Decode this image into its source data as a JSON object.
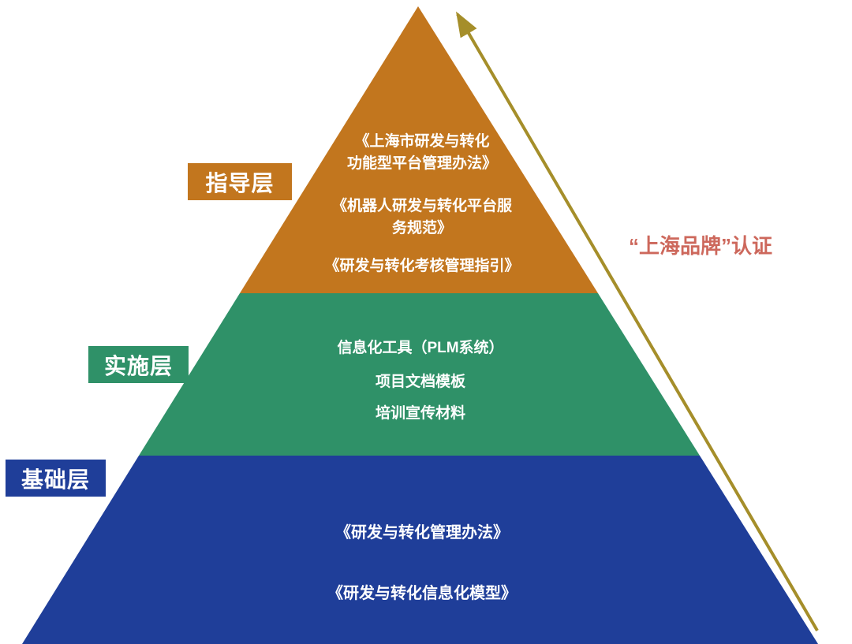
{
  "pyramid": {
    "layers": [
      {
        "name": "指导层",
        "color": "#C2761E",
        "items": [
          "《上海市研发与转化\n功能型平台管理办法》",
          "《机器人研发与转化平台服\n务规范》",
          "《研发与转化考核管理指引》"
        ]
      },
      {
        "name": "实施层",
        "color": "#2F9168",
        "items": [
          "信息化工具（PLM系统）",
          "项目文档模板",
          "培训宣传材料"
        ]
      },
      {
        "name": "基础层",
        "color": "#1F3E99",
        "items": [
          "《研发与转化管理办法》",
          "《研发与转化信息化模型》"
        ]
      }
    ]
  },
  "arrow": {
    "label": "“上海品牌”认证",
    "label_color": "#CD685C",
    "color": "#A58E2A"
  }
}
